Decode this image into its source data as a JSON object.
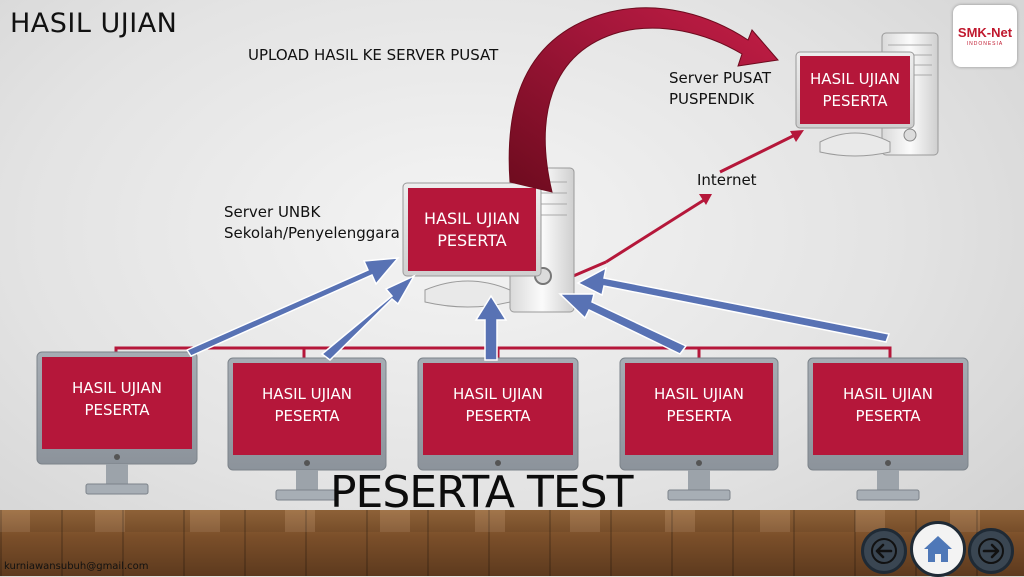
{
  "title": "HASIL UJIAN",
  "upload_label": "UPLOAD HASIL KE SERVER PUSAT",
  "central_server": {
    "line1": "Server PUSAT",
    "line2": "PUSPENDIK"
  },
  "school_server": {
    "line1": "Server UNBK",
    "line2": "Sekolah/Penyelenggara"
  },
  "internet_label": "Internet",
  "screen_line1": "HASIL UJIAN",
  "screen_line2": "PESERTA",
  "participants_label": "PESERTA TEST",
  "email": "kurniawansubuh@gmail.com",
  "logo": {
    "main": "SMK-Net",
    "sub": "INDONESIA"
  },
  "colors": {
    "screen": "#b5173a",
    "arrow_blue": "#5872b4",
    "curve_red": "#8f1029",
    "internet_arrow": "#b5173a",
    "network_line": "#b5173a"
  },
  "nav_icons": [
    "back-arrow-icon",
    "home-icon",
    "forward-arrow-icon"
  ]
}
